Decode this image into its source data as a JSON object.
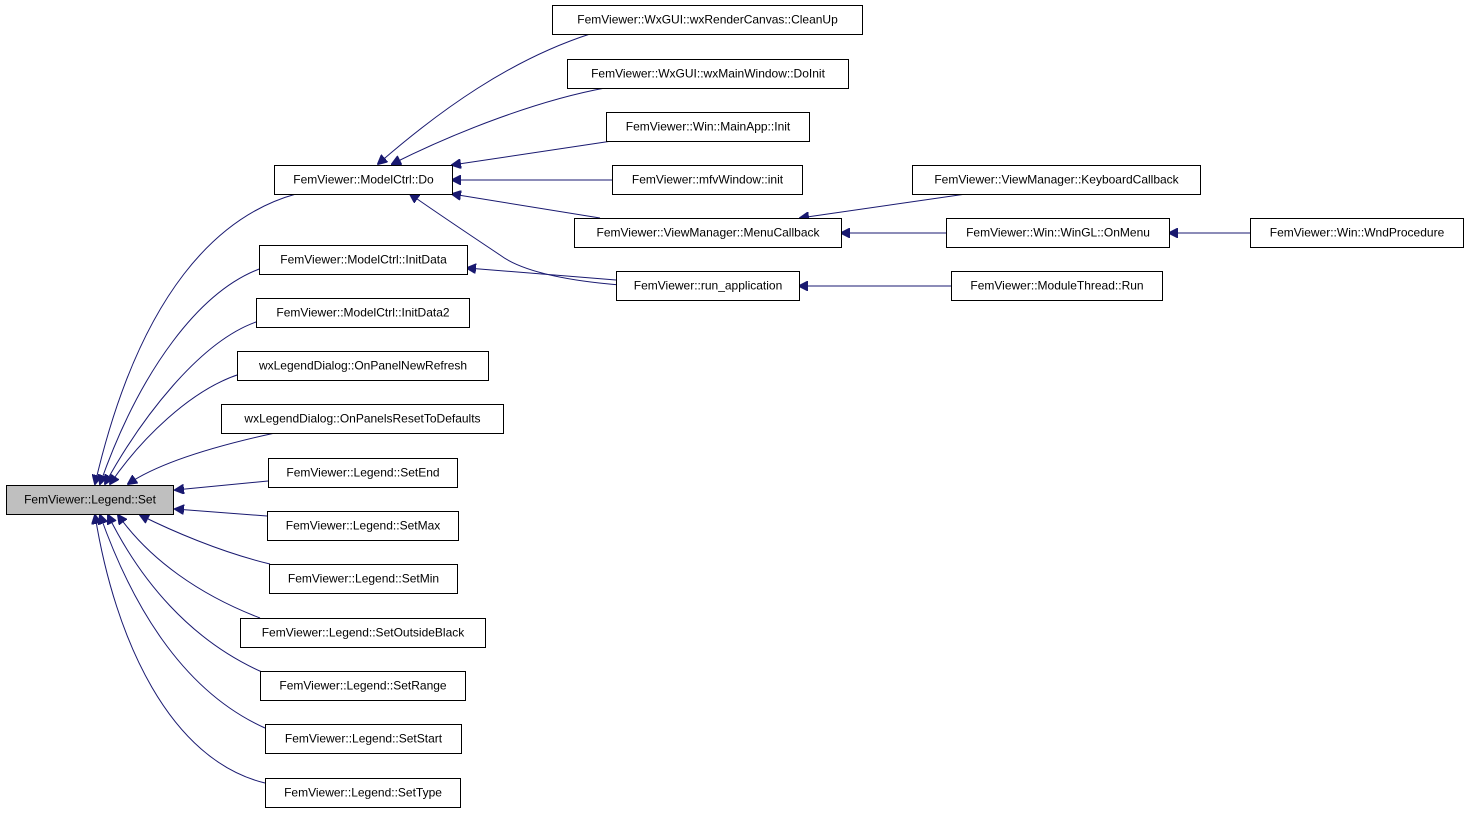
{
  "colors": {
    "edge": "#191970",
    "root_fill": "#bfbfbf",
    "node_fill": "#ffffff",
    "node_stroke": "#000000"
  },
  "graph": {
    "nodes": [
      {
        "id": "n0",
        "label": "FemViewer::Legend::Set",
        "root": true
      },
      {
        "id": "n1",
        "label": "FemViewer::ModelCtrl::Do"
      },
      {
        "id": "n2",
        "label": "FemViewer::ModelCtrl::InitData"
      },
      {
        "id": "n3",
        "label": "FemViewer::ModelCtrl::InitData2"
      },
      {
        "id": "n4",
        "label": "wxLegendDialog::OnPanelNewRefresh"
      },
      {
        "id": "n5",
        "label": "wxLegendDialog::OnPanelsResetToDefaults"
      },
      {
        "id": "n6",
        "label": "FemViewer::Legend::SetEnd"
      },
      {
        "id": "n7",
        "label": "FemViewer::Legend::SetMax"
      },
      {
        "id": "n8",
        "label": "FemViewer::Legend::SetMin"
      },
      {
        "id": "n9",
        "label": "FemViewer::Legend::SetOutsideBlack"
      },
      {
        "id": "n10",
        "label": "FemViewer::Legend::SetRange"
      },
      {
        "id": "n11",
        "label": "FemViewer::Legend::SetStart"
      },
      {
        "id": "n12",
        "label": "FemViewer::Legend::SetType"
      },
      {
        "id": "n13",
        "label": "FemViewer::WxGUI::wxRenderCanvas::CleanUp"
      },
      {
        "id": "n14",
        "label": "FemViewer::WxGUI::wxMainWindow::DoInit"
      },
      {
        "id": "n15",
        "label": "FemViewer::Win::MainApp::Init"
      },
      {
        "id": "n16",
        "label": "FemViewer::mfvWindow::init"
      },
      {
        "id": "n17",
        "label": "FemViewer::ViewManager::MenuCallback"
      },
      {
        "id": "n18",
        "label": "FemViewer::run_application"
      },
      {
        "id": "n19",
        "label": "FemViewer::ViewManager::KeyboardCallback"
      },
      {
        "id": "n20",
        "label": "FemViewer::Win::WinGL::OnMenu"
      },
      {
        "id": "n21",
        "label": "FemViewer::ModuleThread::Run"
      },
      {
        "id": "n22",
        "label": "FemViewer::Win::WndProcedure"
      }
    ],
    "edges": [
      {
        "from": "n1",
        "to": "n0"
      },
      {
        "from": "n2",
        "to": "n0"
      },
      {
        "from": "n3",
        "to": "n0"
      },
      {
        "from": "n4",
        "to": "n0"
      },
      {
        "from": "n5",
        "to": "n0"
      },
      {
        "from": "n6",
        "to": "n0"
      },
      {
        "from": "n7",
        "to": "n0"
      },
      {
        "from": "n8",
        "to": "n0"
      },
      {
        "from": "n9",
        "to": "n0"
      },
      {
        "from": "n10",
        "to": "n0"
      },
      {
        "from": "n11",
        "to": "n0"
      },
      {
        "from": "n12",
        "to": "n0"
      },
      {
        "from": "n13",
        "to": "n1"
      },
      {
        "from": "n14",
        "to": "n1"
      },
      {
        "from": "n15",
        "to": "n1"
      },
      {
        "from": "n16",
        "to": "n1"
      },
      {
        "from": "n17",
        "to": "n1"
      },
      {
        "from": "n18",
        "to": "n1"
      },
      {
        "from": "n18",
        "to": "n2"
      },
      {
        "from": "n19",
        "to": "n17"
      },
      {
        "from": "n20",
        "to": "n17"
      },
      {
        "from": "n21",
        "to": "n18"
      },
      {
        "from": "n22",
        "to": "n20"
      }
    ]
  }
}
